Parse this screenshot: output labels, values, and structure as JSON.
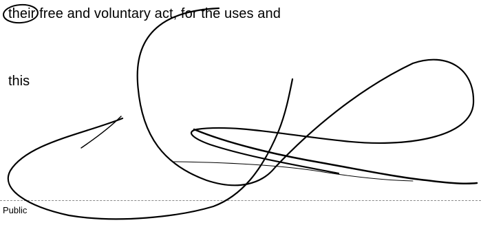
{
  "document": {
    "lines": [
      "their free and voluntary act, for the uses and",
      "this"
    ],
    "footer_label": "Public",
    "signature_ink_color": "#000000"
  }
}
